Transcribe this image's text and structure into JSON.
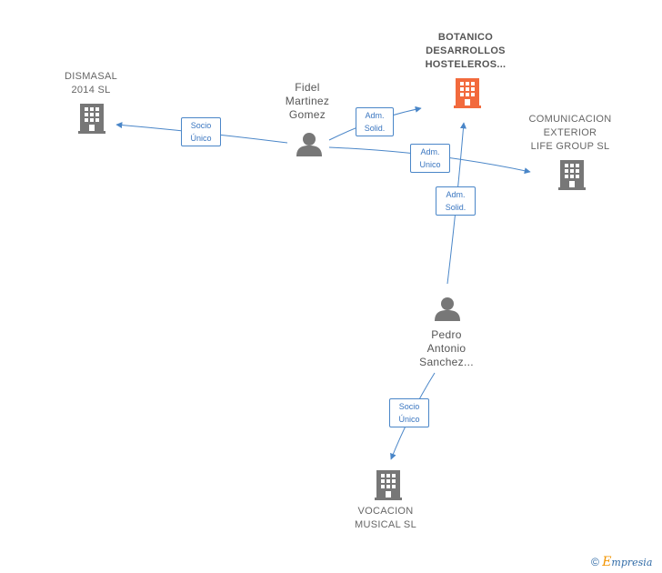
{
  "colors": {
    "edge": "#4a86c8",
    "company_icon": "#777777",
    "focus_company_icon": "#f26a3d",
    "person_icon": "#777777",
    "label_text": "#555555"
  },
  "nodes": {
    "dismasal": {
      "name": "DISMASAL\n2014  SL",
      "icon": "building-icon"
    },
    "botanico": {
      "name": "BOTANICO\nDESARROLLOS\nHOSTELEROS...",
      "icon": "building-icon"
    },
    "comunicacion": {
      "name": "COMUNICACION\nEXTERIOR\nLIFE GROUP SL",
      "icon": "building-icon"
    },
    "fidel": {
      "name": "Fidel\nMartinez\nGomez",
      "icon": "person-icon"
    },
    "pedro": {
      "name": "Pedro\nAntonio\nSanchez...",
      "icon": "person-icon"
    },
    "vocacion": {
      "name": "VOCACION\nMUSICAL SL",
      "icon": "building-icon"
    }
  },
  "edges": [
    {
      "id": "fidel-dismasal",
      "label": "Socio\nÚnico"
    },
    {
      "id": "fidel-botanico",
      "label": "Adm.\nSolid."
    },
    {
      "id": "fidel-comunicacion",
      "label": "Adm.\nUnico"
    },
    {
      "id": "pedro-botanico",
      "label": "Adm.\nSolid."
    },
    {
      "id": "pedro-vocacion",
      "label": "Socio\nÚnico"
    }
  ],
  "footer": {
    "copyright_symbol": "©",
    "brand_initial": "E",
    "brand_rest": "mpresia"
  }
}
